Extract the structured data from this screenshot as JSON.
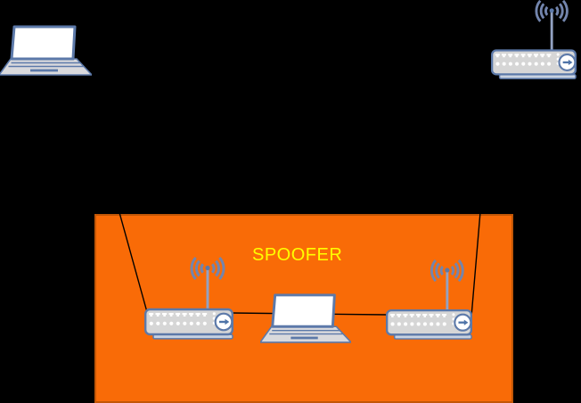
{
  "scene": {
    "background_color": "#000000",
    "spoofer_zone": {
      "label": "SPOOFER",
      "label_color": "#FFFF00",
      "fill_color": "#F96B07",
      "border_color": "#C25606"
    },
    "devices": [
      {
        "id": "external-laptop",
        "type": "laptop",
        "icon": "laptop-icon",
        "area": "outside-top-left"
      },
      {
        "id": "external-wireless-router",
        "type": "wireless-router",
        "icon": "wireless-router-icon",
        "area": "outside-top-right"
      },
      {
        "id": "spoofer-wireless-router-left",
        "type": "wireless-router",
        "icon": "wireless-router-icon",
        "area": "spoofer-zone"
      },
      {
        "id": "spoofer-laptop",
        "type": "laptop",
        "icon": "laptop-icon",
        "area": "spoofer-zone"
      },
      {
        "id": "spoofer-wireless-router-right",
        "type": "wireless-router",
        "icon": "wireless-router-icon",
        "area": "spoofer-zone"
      }
    ],
    "connections": [
      {
        "from": "external-laptop",
        "to": "spoofer-wireless-router-left",
        "color": "#000000"
      },
      {
        "from": "external-wireless-router",
        "to": "spoofer-wireless-router-right",
        "color": "#000000"
      },
      {
        "from": "spoofer-wireless-router-left",
        "to": "spoofer-wireless-router-right",
        "color": "#000000"
      }
    ],
    "icon_colors": {
      "outline": "#5C79A9",
      "device_fill": "#D6D6D6",
      "screen_fill": "#FFFFFF",
      "antenna_waves": "#7385AD"
    }
  }
}
